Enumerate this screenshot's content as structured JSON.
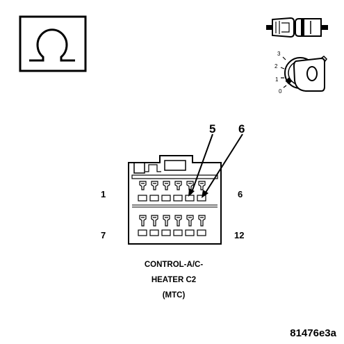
{
  "icons": {
    "ohmmeter": "ohm-icon",
    "connector_key": "connector-icon",
    "ignition": "ignition-key-icon"
  },
  "ignition": {
    "positions": [
      "3",
      "2",
      "1",
      "0"
    ],
    "key_position": "0"
  },
  "callouts": [
    "5",
    "6"
  ],
  "pins": {
    "top_left": "1",
    "top_right": "6",
    "bottom_left": "7",
    "bottom_right": "12"
  },
  "caption": {
    "line1": "CONTROL-A/C-",
    "line2": "HEATER C2",
    "line3": "(MTC)"
  },
  "figure_id": "81476e3a"
}
